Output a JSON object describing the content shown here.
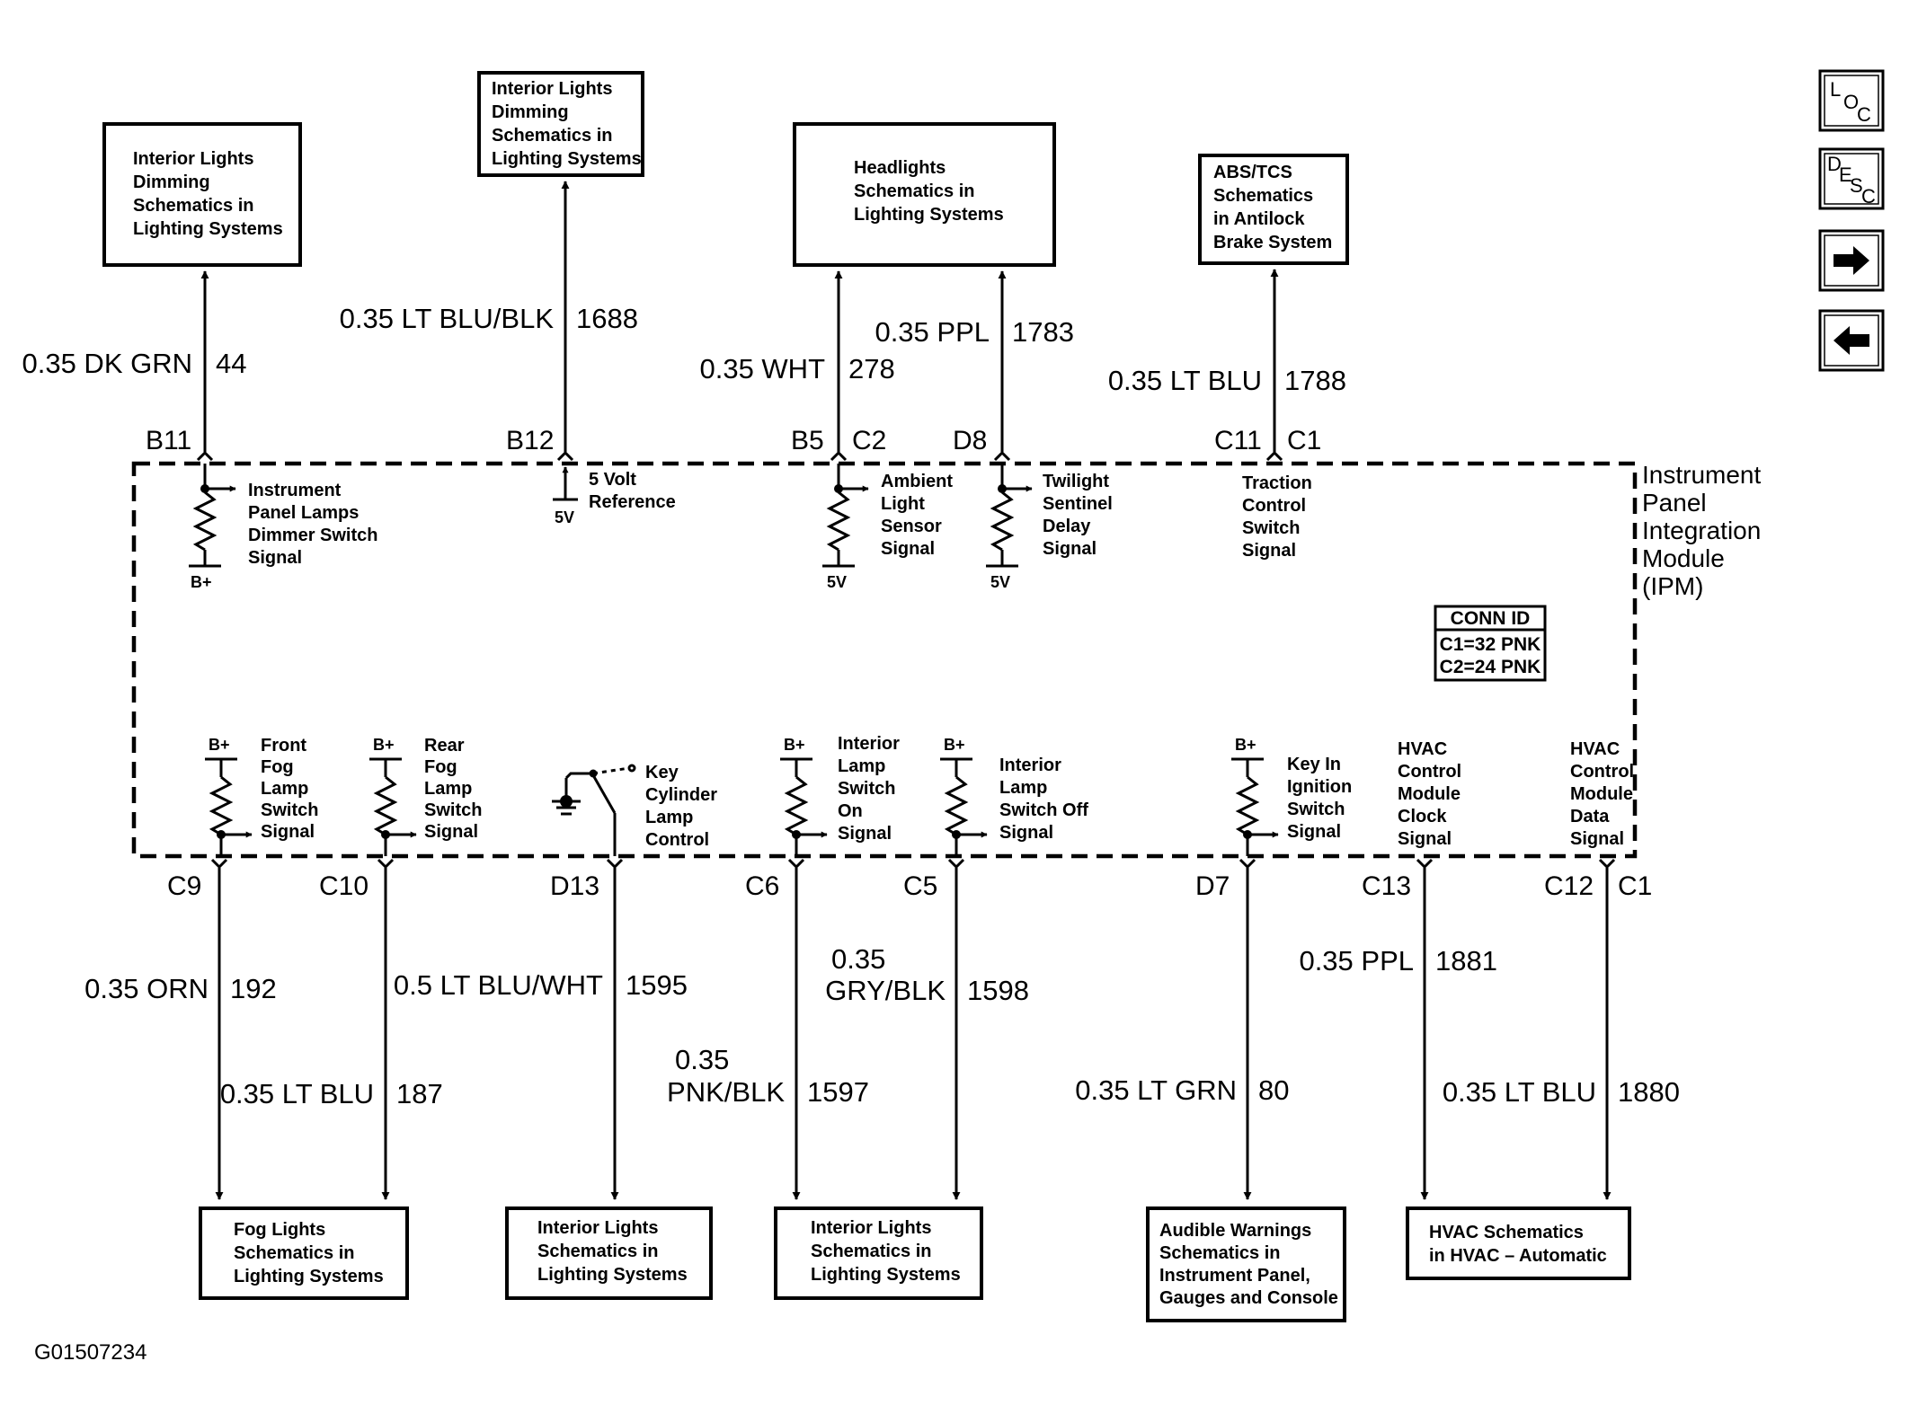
{
  "top_destinations": [
    [
      "Interior Lights",
      "Dimming",
      "Schematics in",
      "Lighting Systems"
    ],
    [
      "Interior Lights",
      "Dimming",
      "Schematics in",
      "Lighting Systems"
    ],
    [
      "Headlights",
      "Schematics in",
      "Lighting Systems"
    ],
    [
      "ABS/TCS",
      "Schematics",
      "in Antilock",
      "Brake System"
    ]
  ],
  "top_wires": [
    {
      "wire": "0.35 DK GRN",
      "circuit": "44"
    },
    {
      "wire": "0.35 LT BLU/BLK",
      "circuit": "1688"
    },
    {
      "wire": "0.35 WHT",
      "circuit": "278"
    },
    {
      "wire": "0.35 PPL",
      "circuit": "1783"
    },
    {
      "wire": "0.35 LT BLU",
      "circuit": "1788"
    }
  ],
  "top_pins": {
    "b11": "B11",
    "b12": "B12",
    "b5": "B5",
    "c2a": "C2",
    "d8": "D8",
    "c11": "C11",
    "c1a": "C1"
  },
  "top_signals": [
    [
      "Instrument",
      "Panel Lamps",
      "Dimmer Switch",
      "Signal"
    ],
    [
      "5 Volt",
      "Reference"
    ],
    [
      "Ambient",
      "Light",
      "Sensor",
      "Signal"
    ],
    [
      "Twilight",
      "Sentinel",
      "Delay",
      "Signal"
    ],
    [
      "Traction",
      "Control",
      "Switch",
      "Signal"
    ]
  ],
  "supplies": {
    "b_plus": "B+",
    "five_v": "5V"
  },
  "module_name": [
    "Instrument",
    "Panel",
    "Integration",
    "Module",
    "(IPM)"
  ],
  "conn_id": {
    "title": "CONN ID",
    "rows": [
      "C1=32 PNK",
      "C2=24 PNK"
    ]
  },
  "bottom_signals": [
    [
      "Front",
      "Fog",
      "Lamp",
      "Switch",
      "Signal"
    ],
    [
      "Rear",
      "Fog",
      "Lamp",
      "Switch",
      "Signal"
    ],
    [
      "Key",
      "Cylinder",
      "Lamp",
      "Control"
    ],
    [
      "Interior",
      "Lamp",
      "Switch",
      "On",
      "Signal"
    ],
    [
      "Interior",
      "Lamp",
      "Switch Off",
      "Signal"
    ],
    [
      "Key In",
      "Ignition",
      "Switch",
      "Signal"
    ],
    [
      "HVAC",
      "Control",
      "Module",
      "Clock",
      "Signal"
    ],
    [
      "HVAC",
      "Control",
      "Module",
      "Data",
      "Signal"
    ]
  ],
  "bottom_pins": {
    "c9": "C9",
    "c10": "C10",
    "d13": "D13",
    "c6": "C6",
    "c5": "C5",
    "d7": "D7",
    "c13": "C13",
    "c12": "C12",
    "c1b": "C1"
  },
  "bottom_wires": [
    {
      "wire": "0.35 ORN",
      "circuit": "192"
    },
    {
      "wire": "0.35 LT BLU",
      "circuit": "187"
    },
    {
      "wire": "0.5 LT BLU/WHT",
      "circuit": "1595"
    },
    {
      "wire": [
        "0.35",
        "PNK/BLK"
      ],
      "circuit": "1597"
    },
    {
      "wire": [
        "0.35",
        "GRY/BLK"
      ],
      "circuit": "1598"
    },
    {
      "wire": "0.35 LT GRN",
      "circuit": "80"
    },
    {
      "wire": "0.35 PPL",
      "circuit": "1881"
    },
    {
      "wire": "0.35 LT BLU",
      "circuit": "1880"
    }
  ],
  "bottom_destinations": [
    [
      "Fog Lights",
      "Schematics in",
      "Lighting Systems"
    ],
    [
      "Interior Lights",
      "Schematics in",
      "Lighting Systems"
    ],
    [
      "Interior Lights",
      "Schematics in",
      "Lighting Systems"
    ],
    [
      "Audible Warnings",
      "Schematics in",
      "Instrument Panel,",
      "Gauges and Console"
    ],
    [
      "HVAC Schematics",
      "in HVAC – Automatic"
    ]
  ],
  "nav_buttons": {
    "loc": [
      "L",
      "O",
      "C"
    ],
    "desc": [
      "D",
      "E",
      "S",
      "C"
    ],
    "next": "→",
    "prev": "←"
  },
  "figure_id": "G01507234"
}
